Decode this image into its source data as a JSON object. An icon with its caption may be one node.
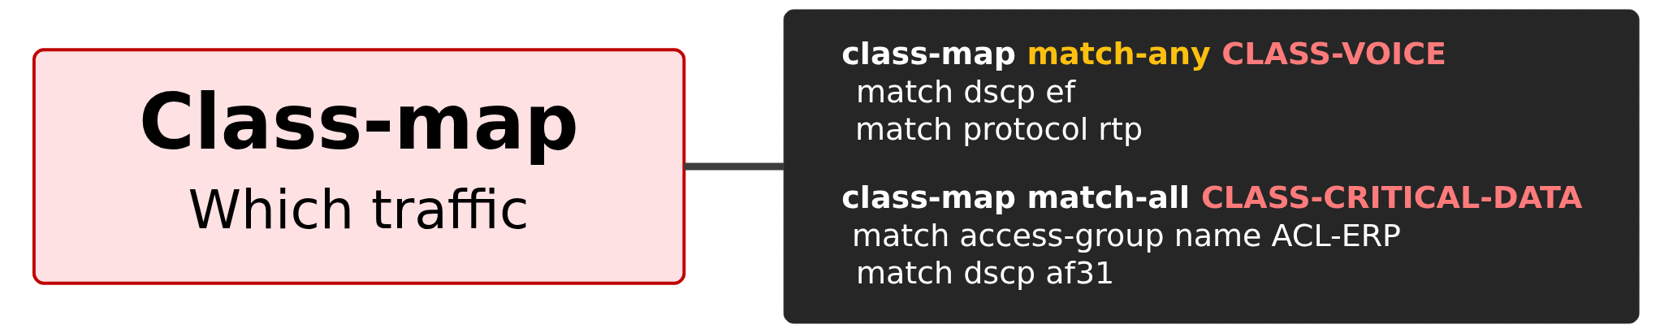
{
  "diagram": {
    "nodes": [
      {
        "text": [
          "Class-map",
          "Which traffic"
        ]
      },
      {
        "text": [
          "class-map match-any CLASS-VOICE",
          "match dscp ef",
          "match protocol rtp",
          "class-map match-all CLASS-CRITICAL-DATA",
          "match access-group name ACL-ERP",
          "match dscp af31"
        ]
      }
    ],
    "edges": [
      {
        "from": 0,
        "to": 1,
        "arrow": "none"
      }
    ]
  }
}
